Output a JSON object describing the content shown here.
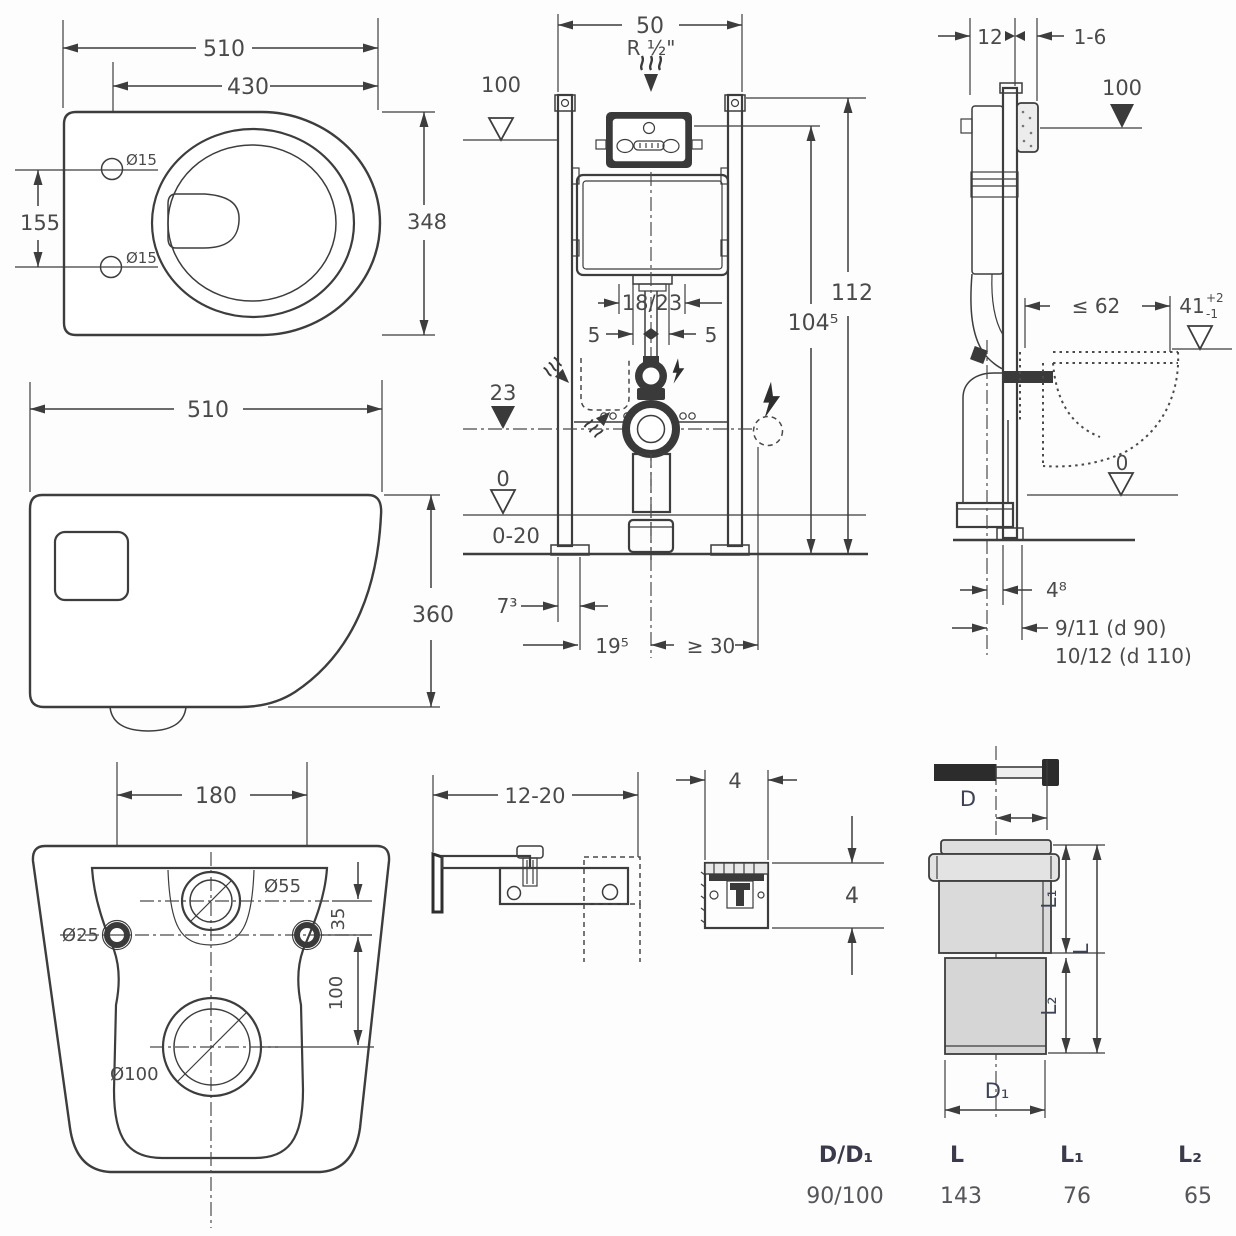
{
  "top_view": {
    "dim_width": "510",
    "dim_holes": "430",
    "dim_depth": "348",
    "dim_spacing": "155",
    "hole_top": "Ø15",
    "hole_bottom": "Ø15"
  },
  "side_view": {
    "dim_width": "510",
    "dim_height": "360"
  },
  "back_view": {
    "dim_width": "180",
    "hole_top": "Ø55",
    "hole_side": "Ø25",
    "hole_drain": "Ø100",
    "dim_offset": "35",
    "dim_drop": "100"
  },
  "frame_front": {
    "dim_width": "50",
    "water_connection": "R ½\"",
    "level_supply": "100",
    "dim_total_height": "112",
    "dim_plate_height": "104⁵",
    "dim_flush_offset": "18/23",
    "dim_five_left": "5",
    "dim_five_right": "5",
    "level_outlet": "23",
    "level_floor": "0",
    "floor_range": "0-20",
    "dim_rail_depth": "7³",
    "dim_outlet_offset": "19⁵",
    "dim_elec_offset": "≥ 30"
  },
  "frame_side": {
    "dim_depth": "12",
    "dim_wall": "1-6",
    "level_supply": "100",
    "dim_seat_depth": "≤ 62",
    "dim_seat_height": "41",
    "tol_plus": "+2",
    "tol_minus": "-1",
    "level_floor": "0",
    "dim_pipe_offset": "4⁸",
    "dim_row1": "9/11  (d 90)",
    "dim_row2": "10/12 (d 110)"
  },
  "bracket_side": {
    "dim_range": "12-20"
  },
  "bracket_front": {
    "dim_width": "4",
    "dim_height": "4"
  },
  "pipe": {
    "dim_d": "D",
    "dim_d1": "D₁",
    "dim_l": "L",
    "dim_l1": "L₁",
    "dim_l2": "L₂"
  },
  "table": {
    "col_dd1": "D/D₁",
    "col_l": "L",
    "col_l1": "L₁",
    "col_l2": "L₂",
    "val_dd1": "90/100",
    "val_l": "143",
    "val_l1": "76",
    "val_l2": "65"
  }
}
